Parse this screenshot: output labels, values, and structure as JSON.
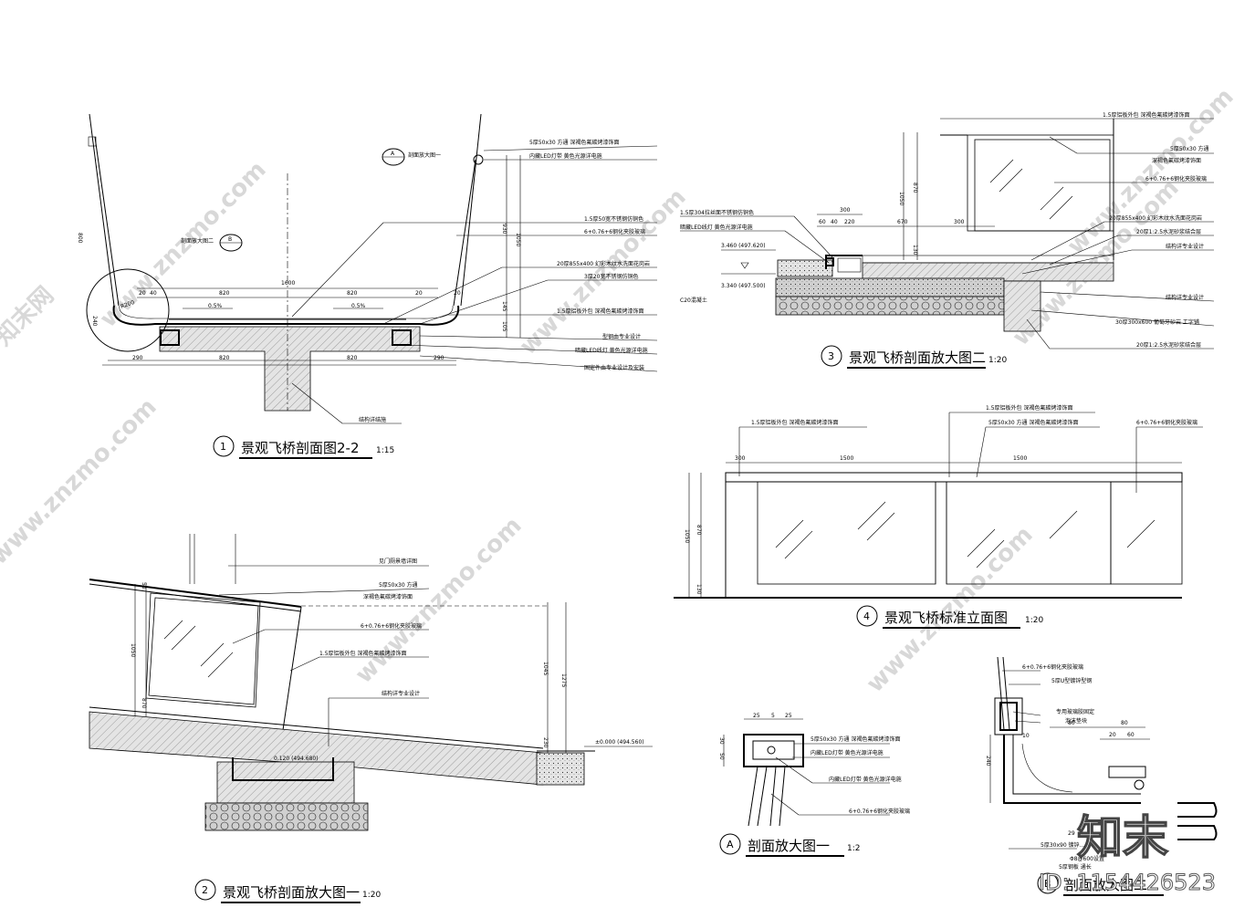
{
  "views": {
    "v1": {
      "num": "1",
      "title": "景观飞桥剖面图2-2",
      "scale": "1:15"
    },
    "v2": {
      "num": "2",
      "title": "景观飞桥剖面放大图一",
      "scale": "1:20"
    },
    "v3": {
      "num": "3",
      "title": "景观飞桥剖面放大图二",
      "scale": "1:20"
    },
    "v4": {
      "num": "4",
      "title": "景观飞桥标准立面图",
      "scale": "1:20"
    },
    "vA": {
      "num": "A",
      "title": "剖面放大图一",
      "scale": "1:2"
    },
    "vB": {
      "num": "B",
      "title": "剖面放大图二",
      "scale": ""
    }
  },
  "v1": {
    "notes": [
      "5厚50x30 方通 深褐色氟碳烤漆饰面",
      "内藏LED灯带 黄色光源详电施",
      "1.5厚50宽不锈钢仿铜色",
      "6+0.76+6钢化夹胶玻璃",
      "20厚855x400 幻彩木纹水洗面花岗岩",
      "3厚20宽不锈钢仿铜色",
      "1.5厚铝板外包 深褐色氟碳烤漆饰面",
      "型钢由专业设计",
      "暗藏LED线灯 黄色光源详电施",
      "固定件由专业设计及安装",
      "结构详结施"
    ],
    "callA_label": "剖面放大图一",
    "callA": "A",
    "callB_label": "剖面放大图二",
    "callB": "B",
    "dims": {
      "d1600": "1600",
      "d820a": "820",
      "d820b": "820",
      "d820c": "820",
      "d820d": "820",
      "d290a": "290",
      "d290b": "290",
      "d20a": "20",
      "d40": "40",
      "d20b": "20",
      "d20c": "20",
      "slopeL": "0.5%",
      "slopeR": "0.5%",
      "v1050": "1050",
      "v930": "930",
      "v145": "145",
      "v105": "105",
      "v800": "800",
      "v240": "240",
      "r200": "R200"
    }
  },
  "v2": {
    "notes": [
      "见门厕景墙详图",
      "5厚50x30 方通",
      "深褐色氟碳烤漆饰面",
      "6+0.76+6钢化夹胶玻璃",
      "1.5厚铝板外包 深褐色氟碳烤漆饰面",
      "结构详专业设计"
    ],
    "dims": {
      "v1045": "1045",
      "v1275": "1275",
      "v230": "230",
      "v1050": "1050",
      "v50": "50",
      "v870": "870"
    },
    "elev1": "±0.000 (494.560)",
    "elev2": "0.120 (494.680)"
  },
  "v3": {
    "notesR": [
      "1.5厚铝板外包 深褐色氟碳烤漆饰面",
      "5厚50x30 方通",
      "深褐色氟碳烤漆饰面",
      "6+0.76+6钢化夹胶玻璃",
      "20厚855x400 幻彩木纹水洗面花岗岩",
      "20厚1:2.5水泥砂浆结合层",
      "结构详专业设计",
      "结构详专业设计",
      "30厚300x600 葡萄牙砂岩 工字铺",
      "20厚1:2.5水泥砂浆结合层"
    ],
    "notesL": [
      "1.5厚304拉丝面不锈钢仿铜色",
      "暗藏LED线灯 黄色光源详电施"
    ],
    "elev1": "3.460 (497.620)",
    "elev2": "3.340 (497.500)",
    "conc": "C20混凝土",
    "dims": {
      "d300a": "300",
      "d60": "60",
      "d40": "40",
      "d220": "220",
      "d670": "670",
      "d300b": "300",
      "v1050": "1050",
      "v870": "870",
      "v130": "130"
    }
  },
  "v4": {
    "notes": [
      "1.5厚铝板外包 深褐色氟碳烤漆饰面",
      "1.5厚铝板外包 深褐色氟碳烤漆饰面",
      "5厚50x30 方通 深褐色氟碳烤漆饰面",
      "6+0.76+6钢化夹胶玻璃"
    ],
    "dims": {
      "d300": "300",
      "d1500a": "1500",
      "d1500b": "1500",
      "v1050": "1050",
      "v870": "870",
      "v130": "130"
    }
  },
  "vA": {
    "notes": [
      "5厚50x30 方通 深褐色氟碳烤漆饰面",
      "内藏LED灯带 黄色光源详电施",
      "内藏LED灯带 黄色光源详电施",
      "6+0.76+6钢化夹胶玻璃"
    ],
    "dims": {
      "d25a": "25",
      "d5": "5",
      "d25b": "25",
      "v30": "30",
      "v50": "50"
    }
  },
  "vB": {
    "notes": [
      "6+0.76+6钢化夹胶玻璃",
      "5厚U型镀锌型钢",
      "专用玻璃胶固定",
      "泡沫垫块",
      "5厚30x90 镀锌...",
      "Φ8@600设置",
      "5厚钢板 通长"
    ],
    "dims": {
      "d80a": "80",
      "d80b": "80",
      "d20": "20",
      "d60": "60",
      "v240": "240",
      "d10": "10",
      "d29": "29"
    }
  },
  "watermark": {
    "site": "www.znzmo.com",
    "brand": "知末",
    "brand_cn": "知末网",
    "id": "ID: 1154426523"
  }
}
